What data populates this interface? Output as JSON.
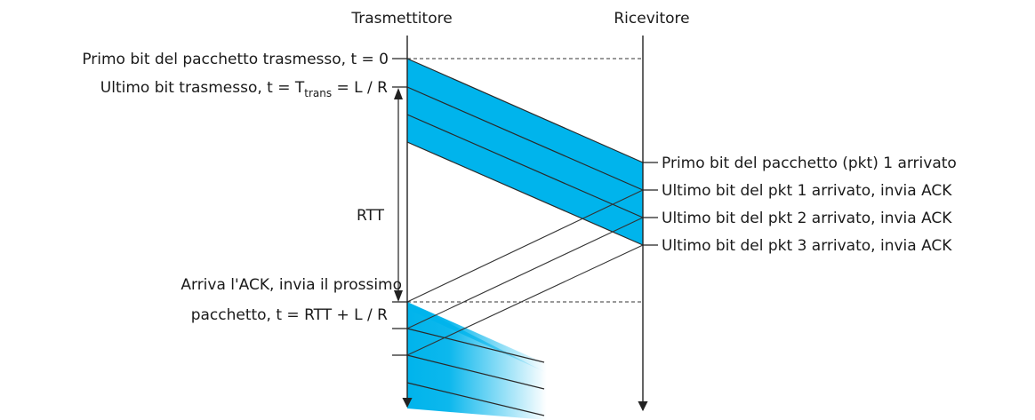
{
  "headers": {
    "sender": "Trasmettitore",
    "receiver": "Ricevitore"
  },
  "left_labels": {
    "first_bit": "Primo bit del pacchetto trasmesso, t = 0",
    "last_bit_prefix": "Ultimo bit trasmesso, t = T",
    "last_bit_sub": "trans",
    "last_bit_suffix": " = L / R",
    "rtt": "RTT",
    "ack_line1": "Arriva l'ACK, invia il prossimo",
    "ack_line2": "pacchetto, t = RTT + L / R"
  },
  "right_labels": {
    "first_arrived": "Primo bit del pacchetto (pkt) 1  arrivato",
    "pkt1": "Ultimo bit del pkt 1 arrivato, invia ACK",
    "pkt2": "Ultimo bit del pkt 2 arrivato, invia ACK",
    "pkt3": "Ultimo bit del pkt 3 arrivato, invia ACK"
  },
  "colors": {
    "packet_fill": "#00b4ec",
    "line": "#333333",
    "text": "#1a1a1a"
  }
}
